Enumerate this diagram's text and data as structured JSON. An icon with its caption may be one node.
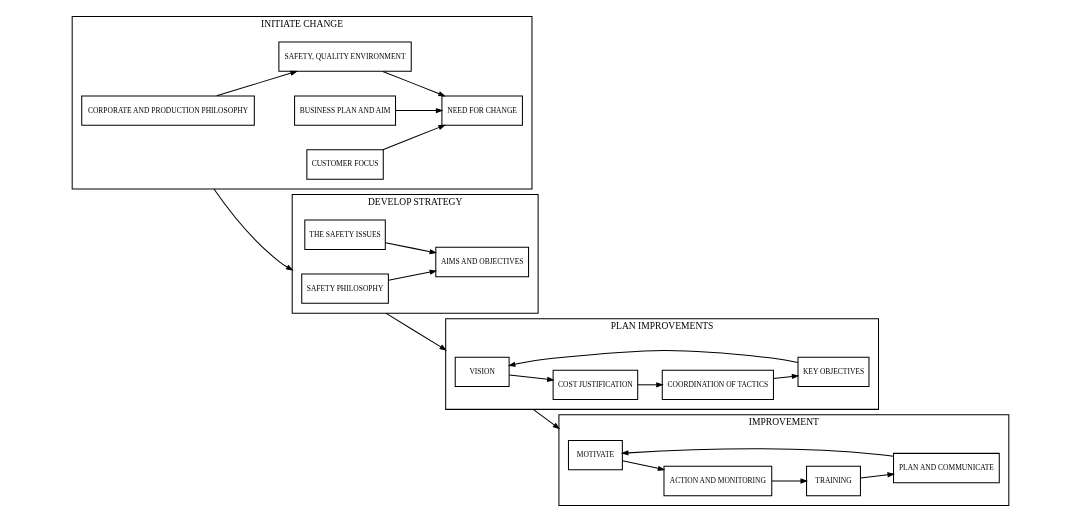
{
  "diagram": {
    "nodes": [
      {
        "text": [
          "INITIATE CHANGE"
        ]
      },
      {
        "text": [
          "CORPORATE AND PRODUCTION PHILOSOPHY"
        ],
        "in": 0
      },
      {
        "text": [
          "SAFETY, QUALITY ENVIRONMENT"
        ],
        "in": 0
      },
      {
        "text": [
          "BUSINESS PLAN AND AIM"
        ],
        "in": 0
      },
      {
        "text": [
          "NEED FOR CHANGE"
        ],
        "in": 0
      },
      {
        "text": [
          "CUSTOMER FOCUS"
        ],
        "in": 0
      },
      {
        "text": [
          "DEVELOP STRATEGY"
        ]
      },
      {
        "text": [
          "SAFETY PHILOSOPHY"
        ],
        "in": 6
      },
      {
        "text": [
          "AIMS AND OBJECTIVES"
        ],
        "in": 6
      },
      {
        "text": [
          "THE SAFETY ISSUES"
        ],
        "in": 6
      },
      {
        "text": [
          "PLAN IMPROVEMENTS"
        ]
      },
      {
        "text": [
          "VISION"
        ],
        "in": 10
      },
      {
        "text": [
          "COST JUSTIFICATION"
        ],
        "in": 10
      },
      {
        "text": [
          "KEY OBJECTIVES"
        ],
        "in": 10
      },
      {
        "text": [
          "COORDINATION OF TACTICS"
        ],
        "in": 10
      },
      {
        "text": [
          "IMPROVEMENT"
        ]
      },
      {
        "text": [
          "MOTIVATE"
        ],
        "in": 15
      },
      {
        "text": [
          "ACTION AND MONITORING"
        ],
        "in": 15
      },
      {
        "text": [
          "PLAN AND COMMUNICATE"
        ],
        "in": 15
      },
      {
        "text": [
          "TRAINING"
        ],
        "in": 15
      }
    ],
    "edges": [
      {
        "from": 1,
        "to": 2,
        "arrow": "to"
      },
      {
        "from": 2,
        "to": 4,
        "arrow": "to"
      },
      {
        "from": 3,
        "to": 4,
        "arrow": "to"
      },
      {
        "from": 5,
        "to": 4,
        "arrow": "to"
      },
      {
        "from": 0,
        "to": 6,
        "arrow": "to"
      },
      {
        "from": 7,
        "to": 8,
        "arrow": "to"
      },
      {
        "from": 9,
        "to": 8,
        "arrow": "to"
      },
      {
        "from": 6,
        "to": 10,
        "arrow": "to"
      },
      {
        "from": 11,
        "to": 12,
        "arrow": "to"
      },
      {
        "from": 12,
        "to": 14,
        "arrow": "to"
      },
      {
        "from": 14,
        "to": 13,
        "arrow": "to"
      },
      {
        "from": 13,
        "to": 11,
        "arrow": "to"
      },
      {
        "from": 10,
        "to": 15,
        "arrow": "to"
      },
      {
        "from": 16,
        "to": 17,
        "arrow": "to"
      },
      {
        "from": 17,
        "to": 19,
        "arrow": "to"
      },
      {
        "from": 19,
        "to": 18,
        "arrow": "to"
      },
      {
        "from": 18,
        "to": 16,
        "arrow": "to"
      }
    ]
  }
}
